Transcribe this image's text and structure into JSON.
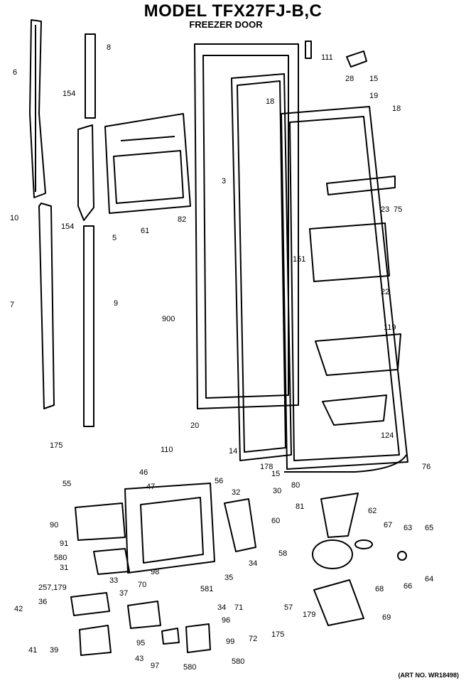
{
  "header": {
    "model": "MODEL TFX27FJ-B,C",
    "subtitle": "FREEZER DOOR"
  },
  "footer": {
    "art_no": "(ART NO. WR18498)"
  },
  "callouts": [
    "6",
    "8",
    "154",
    "10",
    "154",
    "5",
    "7",
    "9",
    "175",
    "61",
    "3",
    "82",
    "900",
    "111",
    "28",
    "15",
    "19",
    "18",
    "18",
    "23",
    "75",
    "151",
    "22",
    "119",
    "124",
    "20",
    "14",
    "178",
    "15",
    "110",
    "76",
    "80",
    "55",
    "46",
    "47",
    "56",
    "32",
    "30",
    "90",
    "91",
    "580",
    "31",
    "33",
    "98",
    "34",
    "35",
    "58",
    "57",
    "60",
    "81",
    "62",
    "67",
    "63",
    "65",
    "66",
    "64",
    "68",
    "257,179",
    "37",
    "70",
    "36",
    "42",
    "41",
    "39",
    "43",
    "95",
    "97",
    "580",
    "581",
    "71",
    "72",
    "175",
    "179",
    "69",
    "96",
    "99",
    "580",
    "34"
  ]
}
